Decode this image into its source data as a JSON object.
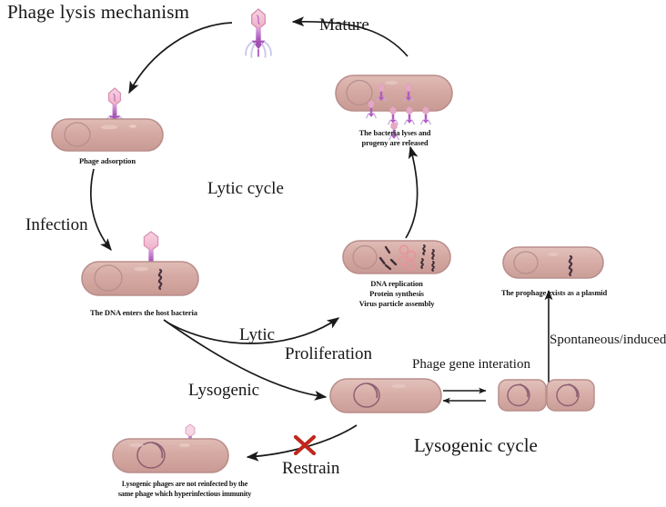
{
  "title": "Phage lysis mechanism",
  "cycles": {
    "lytic": "Lytic cycle",
    "lysogenic": "Lysogenic cycle"
  },
  "arrow_labels": {
    "mature": "Mature",
    "infection": "Infection",
    "lytic": "Lytic",
    "proliferation": "Proliferation",
    "lysogenic": "Lysogenic",
    "phage_gene": "Phage gene interation",
    "spontaneous": "Spontaneous/induced",
    "restrain": "Restrain"
  },
  "captions": {
    "adsorption": "Phage adsorption",
    "dna_enters": "The DNA enters the host bacteria",
    "replication_line1": "DNA replication",
    "replication_line2": "Protein synthesis",
    "replication_line3": "Virus particle assembly",
    "lyses_line1": "The bacteria lyses and",
    "lyses_line2": "progeny are released",
    "prophage": "The prophage exists as a plasmid",
    "immunity_line1": "Lysogenic phages are not reinfected by the",
    "immunity_line2": "same phage which hyperinfectious immunity"
  },
  "colors": {
    "bacteria_fill": "#d4a9a4",
    "bacteria_fill_light": "#dfb9b4",
    "bacteria_stroke": "#b98e8b",
    "nucleoid_stroke": "#8f5f72",
    "phage_head": "#f0bfd0",
    "phage_head_stroke": "#d98fb0",
    "phage_tail": "#b05cc0",
    "phage_legs": "#c9c6e8",
    "dna_dark": "#4a3340",
    "capsid_pink": "#e8a0b4",
    "arrow": "#1a1a1a",
    "restrain_x": "#c0261c",
    "text": "#171717"
  },
  "icons": {
    "phage": "bacteriophage-icon",
    "bacterium": "bacterium-capsule-icon",
    "restrain": "red-cross-icon",
    "arrow": "curved-arrow-icon",
    "equilibrium": "double-arrow-icon"
  }
}
